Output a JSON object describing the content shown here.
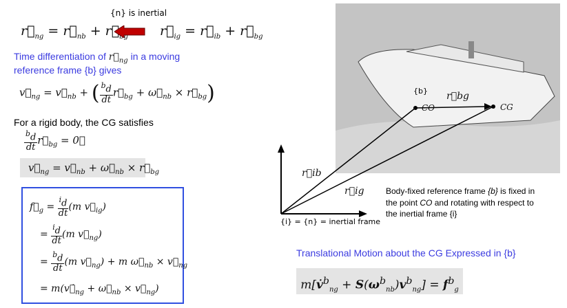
{
  "top": {
    "note": "{n} is inertial",
    "eq_left": "r⃗ng = r⃗nb + r⃗bg",
    "eq_right": "r⃗ig = r⃗ib + r⃗bg",
    "arrow_color": "#c00000"
  },
  "intro": {
    "line1_a": "Time differentiation of",
    "line1_b": "in a moving",
    "line2": "reference frame {b} gives"
  },
  "eq_v": "v⃗ng = v⃗nb + ( ᵇd/dt r⃗bg + ω⃗nb × r⃗bg )",
  "rigid": {
    "text": "For a rigid body, the CG satisfies",
    "eq1": "ᵇd/dt r⃗bg = 0⃗",
    "eq2": "v⃗ng = v⃗nb + ω⃗nb × r⃗bg"
  },
  "box": {
    "border_color": "#2f4fe0",
    "lines": [
      "f⃗g = ⁱd/dt (m v⃗ig)",
      "= ⁱd/dt (m v⃗ng)",
      "= ᵇd/dt (m v⃗ng) + m ω⃗nb × v⃗ng",
      "= m(v⃗̇ng + ω⃗nb × v⃗ng)"
    ]
  },
  "figure": {
    "label_b": "{b}",
    "label_co": "CO",
    "label_cg": "CG",
    "label_rbg": "r⃗bg",
    "label_rib": "r⃗ib",
    "label_rig": "r⃗ig",
    "frame_label": "{i} = {n} = inertial frame"
  },
  "caption": {
    "line1_a": "Body-fixed reference frame",
    "line1_b": "{b}",
    "line1_c": "is fixed in",
    "line2_a": "the point",
    "line2_b": "CO",
    "line2_c": "and rotating with respect to",
    "line3": "the inertial frame {i}"
  },
  "result": {
    "title": "Translational Motion about the CG Expressed in {b}",
    "equation": "m[v̇ᵇng + S(ωᵇnb)vᵇng] = fᵇg"
  }
}
